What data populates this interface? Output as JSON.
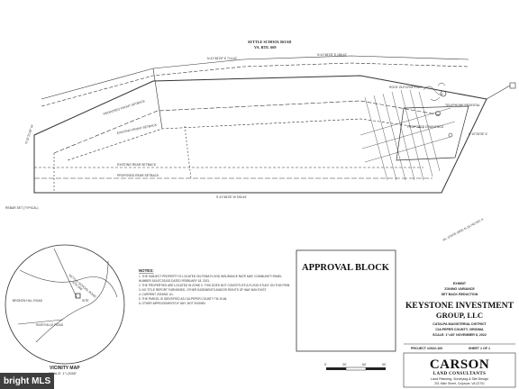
{
  "plan": {
    "road_name": "SETTLE SCHOOL ROAD",
    "route": "VA. RTE. 669",
    "labels": {
      "proposed_front_setback": "PROPOSED FRONT SETBACK",
      "existing_front_setback": "EXISTING FRONT SETBACK",
      "existing_rear_setback": "EXISTING REAR SETBACK",
      "proposed_rear_setback": "PROPOSED REAR SETBACK",
      "rock_outcropping": "ROCK OUTCROPPING",
      "telephone_pedestal": "TELEPHONE PEDESTAL",
      "proposed_drainfield": "PROPOSED DRAINFIELD",
      "rebar_left": "REBAR SET (TYPICAL)",
      "rebar_bottom_right": "VA. STATE GRID N 18,743 NO. 6",
      "bearing_top_left": "N 41°48'25\" E 714.42'",
      "bearing_top_right": "N 41°48'25\" E 186.42'",
      "bearing_bottom": "S 41°48'25\" W 930.44'",
      "bearing_left": "N 15°31'36\" W",
      "bearing_right": "S 10°28'35\" E"
    }
  },
  "notes": {
    "title": "NOTES:",
    "items": [
      "1. THE SUBJECT PROPERTY IS LOCATED ON FEMA FLOOD INSURANCE RATE MAP, COMMUNITY-PANEL",
      "   NUMBER 51047C0310D DATED FEBRUARY 18, 2021.",
      "2. THE PROPERTIES ARE LOCATED IN ZONE X. THIS DOES NOT CONSTITUTE A FLOOD STUDY ON THIS FIRM.",
      "3. NO TITLE REPORT FURNISHED. OTHER EASEMENTS AND/OR RIGHTS OF WAY MAY EXIST.",
      "4. CURRENT ZONING: A1.",
      "5. THE PARCEL IS IDENTIFIED AS CULPEPER COUNTY TM 19-84.",
      "6. OTHER IMPROVEMENTS IF ANY, NOT SHOWN."
    ]
  },
  "approval_block": {
    "title": "APPROVAL BLOCK"
  },
  "title_block": {
    "exhibit": "EXHIBIT",
    "line2": "ZONING VARIANCE",
    "line3": "SET BACK REDUCTION",
    "company_line1": "KEYSTONE INVESTMENT",
    "company_line2": "GROUP, LLC",
    "district": "CATALPA MAGISTERIAL DISTRICT",
    "county": "CULPEPER COUNTY, VIRGINIA",
    "scale_date": "SCALE: 1\"=60'    NOVEMBER 8, 2022",
    "project": "PROJECT #2022-100",
    "sheet": "SHEET 1 OF 1"
  },
  "firm": {
    "name": "CARSON",
    "subtitle": "LAND CONSULTANTS",
    "tagline": "Land Planning, Surveying & Site Design",
    "address": "201 Main Street, Culpeper, VA 22701"
  },
  "scale_bar": {
    "ticks": [
      "0'",
      "30'",
      "60'",
      "90'"
    ]
  },
  "vicinity": {
    "title": "VICINITY MAP",
    "scale": "SCALE: 1\"=2000'",
    "site_label": "SITE",
    "road_label_1": "SETTLE SCHOOL ROAD",
    "road_label_2": "RTE 669",
    "road_label_3": "BROKEN HILL ROAD",
    "road_label_4": "RIXEYVILLE ROAD"
  },
  "watermark": {
    "text": "bright MLS"
  }
}
